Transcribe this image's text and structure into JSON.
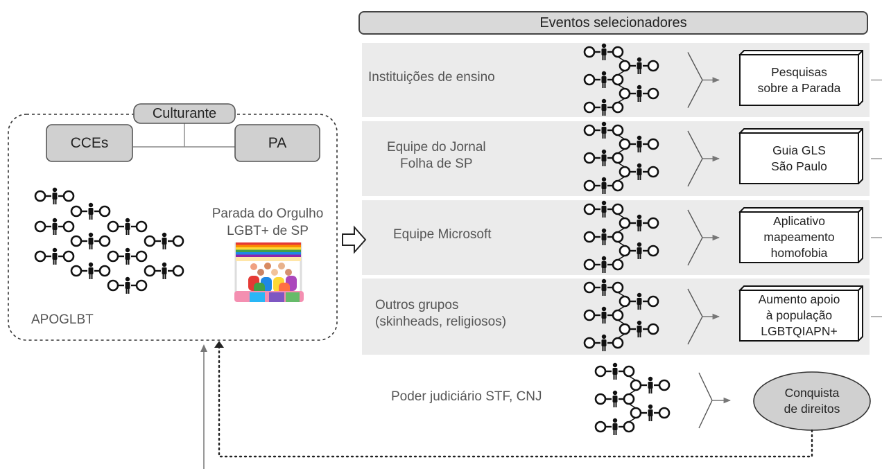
{
  "header": {
    "title": "Eventos selecionadores"
  },
  "culturant": {
    "label": "Culturante",
    "left_box": "CCEs",
    "right_box": "PA",
    "parade_line1": "Parada do Orgulho",
    "parade_line2": "LGBT+ de SP",
    "organization": "APOGLBT"
  },
  "rows": [
    {
      "label_lines": [
        "Instituições de ensino"
      ],
      "output_lines": [
        "Pesquisas",
        "sobre a Parada"
      ]
    },
    {
      "label_lines": [
        "Equipe do Jornal",
        "Folha de SP"
      ],
      "output_lines": [
        "Guia GLS",
        "São Paulo"
      ]
    },
    {
      "label_lines": [
        "Equipe Microsoft"
      ],
      "output_lines": [
        "Aplicativo",
        "mapeamento",
        "homofobia"
      ]
    },
    {
      "label_lines": [
        "Outros grupos",
        "(skinheads, religiosos)"
      ],
      "output_lines": [
        "Aumento apoio",
        "à população",
        "LGBTQIAPN+"
      ]
    }
  ],
  "judiciary": {
    "label": "Poder judiciário STF, CNJ",
    "output_lines": [
      "Conquista",
      "de direitos"
    ]
  },
  "icons": {
    "network": "network-of-people-icon",
    "parade": "pride-parade-icon",
    "hollow_arrow": "hollow-arrow-icon"
  },
  "colors": {
    "panel": "#ebebeb",
    "header_fill": "#d9d9d9",
    "box_fill": "#d0d0d0",
    "stroke": "#333333",
    "rainbow": [
      "#e53935",
      "#fb8c00",
      "#fdd835",
      "#43a047",
      "#1e88e5",
      "#8e24aa"
    ]
  }
}
